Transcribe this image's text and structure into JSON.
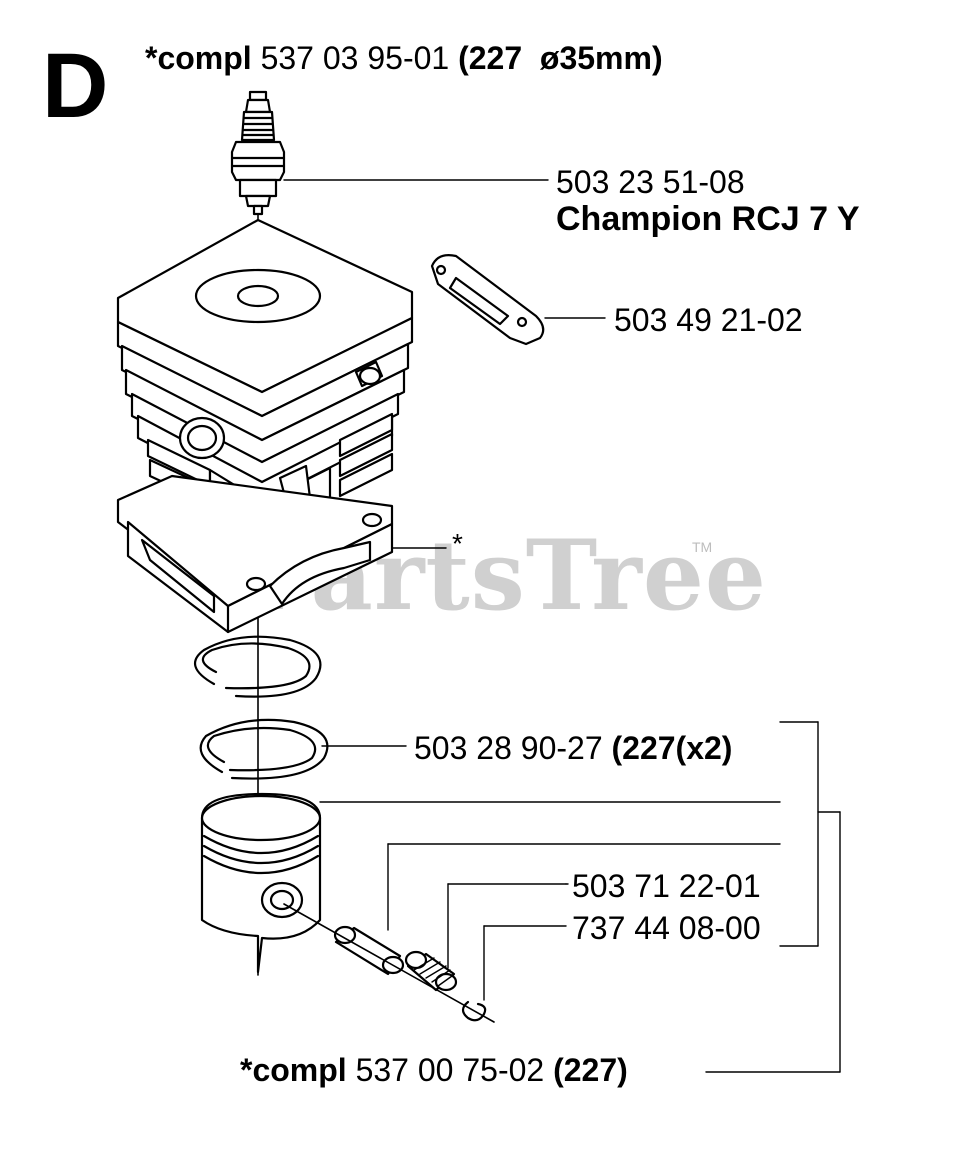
{
  "section_letter": "D",
  "watermark": {
    "text": "PartsTree",
    "trademark": "TM"
  },
  "labels": {
    "cylinder_kit": {
      "prefix": "*compl",
      "number": "537 03 95-01",
      "suffix": "(227  ø35mm)"
    },
    "spark_plug": {
      "number": "503 23 51-08",
      "name": "Champion RCJ 7 Y"
    },
    "gasket": {
      "number": "503 49 21-02"
    },
    "cylinder_marker": "*",
    "piston_ring": {
      "number": "503 28 90-27",
      "suffix": "(227(x2)"
    },
    "needle_bearing": {
      "number": "503 71 22-01"
    },
    "circlip": {
      "number": "737 44 08-00"
    },
    "piston_kit": {
      "prefix": "*compl",
      "number": "537 00 75-02",
      "suffix": "(227)"
    }
  }
}
